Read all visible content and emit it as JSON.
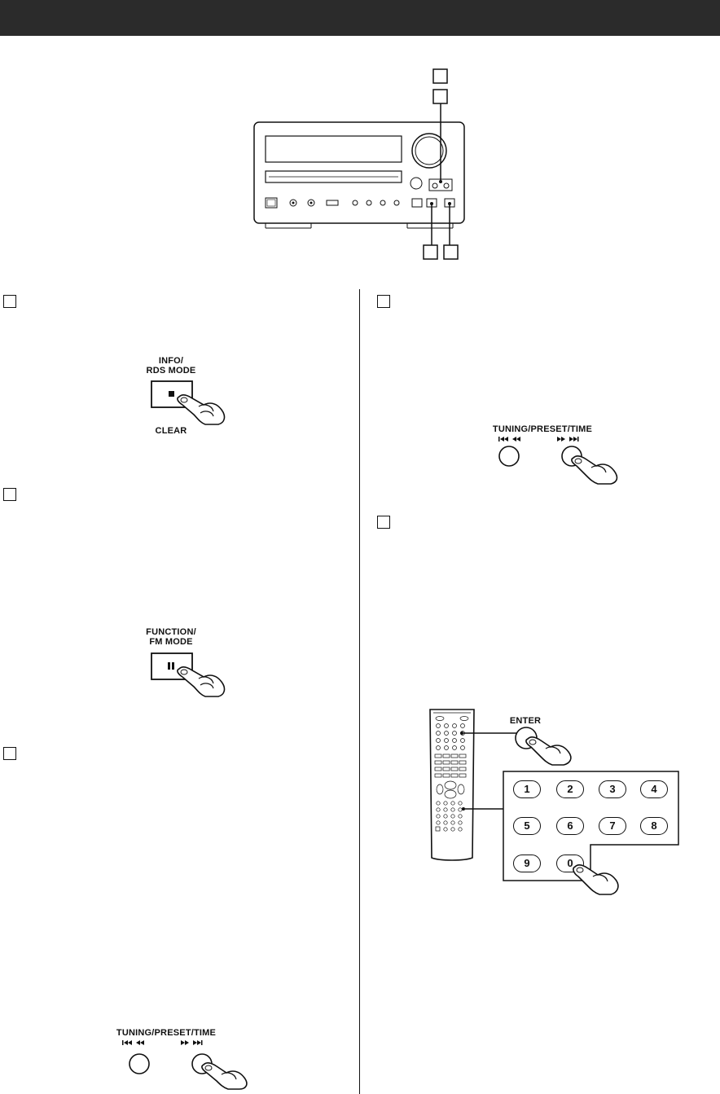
{
  "header": {
    "bar_color": "#2b2b2b"
  },
  "sections": {
    "info": {
      "label_line1": "INFO/",
      "label_line2": "RDS MODE",
      "sub_label": "CLEAR"
    },
    "function": {
      "label_line1": "FUNCTION/",
      "label_line2": "FM MODE"
    },
    "tuning": {
      "label": "TUNING/PRESET/TIME"
    },
    "enter": {
      "label": "ENTER"
    },
    "keypad": {
      "keys": [
        "1",
        "2",
        "3",
        "4",
        "5",
        "6",
        "7",
        "8",
        "9",
        "0"
      ]
    }
  },
  "icons": {
    "stop": "stop-icon",
    "pause": "pause-icon",
    "prev": "skip-back-icon",
    "next": "skip-forward-icon",
    "hand": "pointing-hand-icon"
  }
}
